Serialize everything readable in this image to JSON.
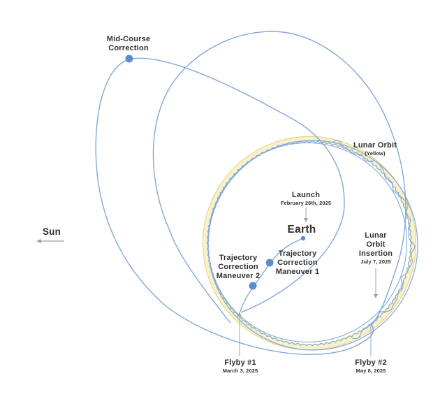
{
  "colors": {
    "trajectory_blue": "#7fa8d9",
    "maneuver_dot_blue": "#5b8dc7",
    "lunar_orbit_yellow": "#e7d385",
    "lunar_orbit_yellow_band": "#f8f1cb",
    "label_text": "#2f2f2f",
    "leader_gray": "#98a0a8",
    "leader_blue": "#8aa8cd",
    "background": "#ffffff"
  },
  "labels": {
    "sun": {
      "text": "Sun"
    },
    "mid_course_correction": {
      "line1": "Mid-Course",
      "line2": "Correction"
    },
    "lunar_orbit": {
      "title": "Lunar Orbit",
      "subtitle": "(Yellow)"
    },
    "launch": {
      "title": "Launch",
      "date": "February 26th, 2025"
    },
    "earth": {
      "text": "Earth"
    },
    "tcm1": {
      "line1": "Trajectory",
      "line2": "Correction",
      "line3": "Maneuver 1"
    },
    "tcm2": {
      "line1": "Trajectory",
      "line2": "Correction",
      "line3": "Maneuver 2"
    },
    "lunar_orbit_insertion": {
      "line1": "Lunar",
      "line2": "Orbit",
      "line3": "Insertion",
      "date": "July 7, 2025"
    },
    "flyby1": {
      "title": "Flyby #1",
      "date": "March 3, 2025"
    },
    "flyby2": {
      "title": "Flyby #2",
      "date": "May 8, 2025"
    }
  }
}
